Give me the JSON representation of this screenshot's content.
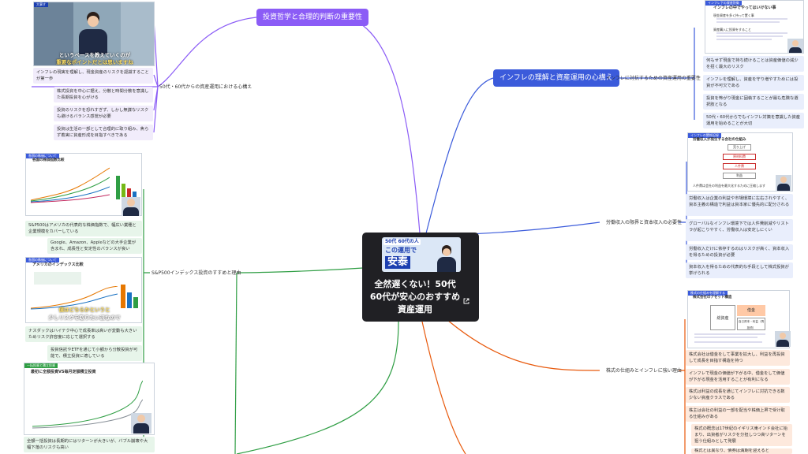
{
  "center": {
    "badge_line1": "50代 60代の人",
    "badge_line2": "この運用で",
    "badge_line3": "安泰",
    "title": "全然遅くない！50代60代が安心のおすすめ資産運用",
    "link_icon": "external-link-icon"
  },
  "branches": {
    "philosophy": {
      "label": "投資哲学と合理的判断の重要性",
      "color": "#8b5cf6",
      "sub": "50代・60代からの資産運用における心構え",
      "thumb_badge": "大事す",
      "thumb_caption_line1": "というペースを教えていくのが",
      "thumb_caption_line2": "重要なポイントだとは思いますね",
      "leaves": [
        "インフレの現実を理解し、現金資産のリスクを認識することが第一歩",
        "株式投資を中心に据え、分散と時間分散を意識した長期投資を心がける",
        "投資のリスクを恐れすぎず、しかし無謀なリスクも避けるバランス感覚が必要",
        "投資は生活の一部として合理的に取り組み、焦らず着実に資産形成を目指すべきである"
      ]
    },
    "inflation": {
      "label": "インフレの理解と資産運用の心構え",
      "color": "#3b5bdb",
      "sub": "インフレに対抗するための資産運用の重要性",
      "slide_badge": "インフレ下の資産防衛",
      "slide_title": "インフレの中でやってはいけない事",
      "slide_points": [
        "現金資産を多く持って置く事",
        "資産購入に投資をすること"
      ],
      "leaves": [
        "何もせず現金で持ち続けることは資産価値の減少を招く最大のリスク",
        "インフレを理解し、資産を守り増やすためには投資が不可欠である",
        "投資を怖がり現金に固執することが最も危険な選択肢となる",
        "50代・60代からでもインフレ対策を意識した資産運用を始めることが大切"
      ]
    },
    "labor": {
      "label": "労働収入の限界と資本収入の必要性",
      "slide_badge": "インフレの関係記録",
      "slide_title": "労働収入が発生する会社の仕組み",
      "boxes": [
        "売り上げ",
        "原材料費",
        "人件費",
        "利益"
      ],
      "slide_footer": "人件費は会社の利益を最大化するために圧縮します",
      "leaves": [
        "労働収入は企業の利益や市場環境に左右されやすく、資本主義の構造で利益は資本家に優先的に配分される",
        "グローバルなインフレ環境下では人件費削減やリストラが起こりやすく、労働収入は安定しにくい",
        "労働収入だけに依存するのはリスクが高く、資本収入を得るための投資が必要",
        "資本収入を得るための代表的な手段として株式投資が挙げられる"
      ]
    },
    "corporate": {
      "label": "株式の仕組みとインフレに強い理由",
      "slide_badge": "株式の仕組みを理解する",
      "slide_title": "株式会社のアセット構造",
      "boxes": [
        "総資産",
        "借金",
        "自己資本・利益（再投資）"
      ],
      "leaves": [
        "株式会社は借金をして事業を拡大し、利益を再投資して成長を目指す構造を持つ",
        "インフレで現金の価値が下がる中、借金をして価値が下がる現金を活用することが有利になる",
        "株式は利益の成長を通じてインフレに対抗できる数少ない資産クラスである",
        "株主は会社の利益の一部を配当や株価上昇で受け取る仕組みがある",
        "株式の概念は17世紀のイギリス東インド会社に始まり、出資者がリスクを分担しつつ高リターンを狙う仕組みとして発展",
        "株式とは異なり、債券は満期を迎えると"
      ]
    },
    "sp500": {
      "label": "S&P500インデックス投資のすすめと理由",
      "color": "#2f9e44",
      "thumb1_badge": "各国の株価について",
      "thumb1_title": "各国の株価指数比較",
      "thumb2_badge": "各国の株価について",
      "thumb2_title": "アメリカのインデックス比較",
      "thumb2_caption_line1": "僕はどちらかというと",
      "thumb2_caption_line2": "少しリスクを取りたい派なので",
      "thumb3_badge": "一括投資と積立投資",
      "thumb3_title": "最初に全額投資VS毎月定額積立投資",
      "leaves": [
        "S&P500はアメリカの代表的な株価指数で、幅広い業種と企業規模をカバーしている",
        "Google、Amazon、Appleなどの大手企業が含まれ、成長性と安定性のバランスが良い",
        "ナスダックはハイテク中心で成長率は高いが変動も大きいためリスク許容度に応じて選択する",
        "投資信託やETFを通じて小額から分散投資が可能で、積立投資に適している",
        "全額一括投資は長期的にはリターンが大きいが、バブル崩壊や大幅下落のリスクも高い"
      ]
    }
  }
}
